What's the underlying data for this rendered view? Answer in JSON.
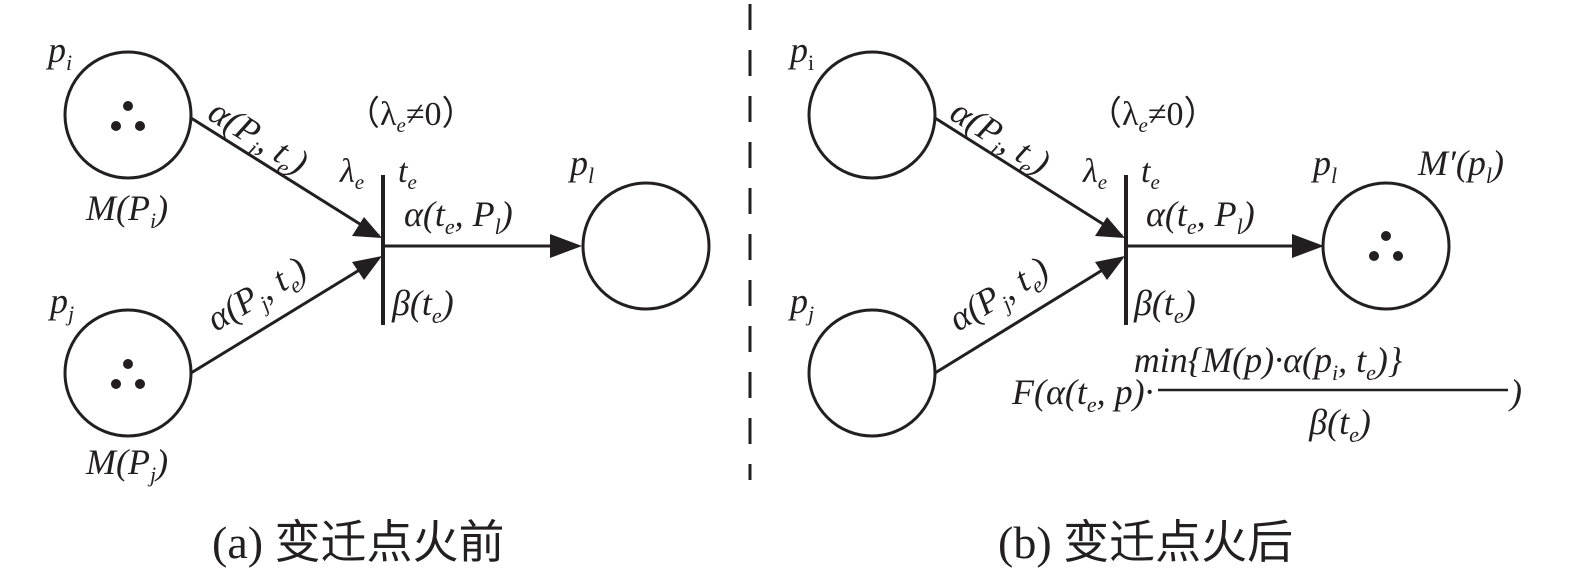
{
  "panel_a": {
    "caption": "(a) 变迁点火前",
    "place_i": "p",
    "place_i_sub": "i",
    "marking_i": "M(P",
    "marking_i_sub": "i",
    "marking_i_close": ")",
    "place_j": "p",
    "place_j_sub": "j",
    "marking_j": "M(P",
    "marking_j_sub": "j",
    "marking_j_close": ")",
    "arc_i": "α(P",
    "arc_i_sub1": "i",
    "arc_i_mid": ", t",
    "arc_i_sub2": "e",
    "arc_i_close": ")",
    "arc_j": "α(P",
    "arc_j_sub1": "j",
    "arc_j_mid": ", t",
    "arc_j_sub2": "e",
    "arc_j_close": ")",
    "rate_cond": "（λ",
    "rate_cond_sub": "e",
    "rate_cond_rest": "≠0）",
    "rate": "λ",
    "rate_sub": "e",
    "transition": "t",
    "transition_sub": "e",
    "arc_out": "α(t",
    "arc_out_sub1": "e",
    "arc_out_mid": ", P",
    "arc_out_sub2": "l",
    "arc_out_close": ")",
    "beta": "β(t",
    "beta_sub": "e",
    "beta_close": ")",
    "place_l": "p",
    "place_l_sub": "l"
  },
  "panel_b": {
    "caption": "(b) 变迁点火后",
    "place_i": "p",
    "place_i_sub": "i",
    "place_j": "p",
    "place_j_sub": "j",
    "arc_i": "α(P",
    "arc_i_sub1": "i",
    "arc_i_mid": ", t",
    "arc_i_sub2": "e",
    "arc_i_close": ")",
    "arc_j": "α(P",
    "arc_j_sub1": "j",
    "arc_j_mid": ", t",
    "arc_j_sub2": "e",
    "arc_j_close": ")",
    "rate_cond": "（λ",
    "rate_cond_sub": "e",
    "rate_cond_rest": "≠0）",
    "rate": "λ",
    "rate_sub": "e",
    "transition": "t",
    "transition_sub": "e",
    "arc_out": "α(t",
    "arc_out_sub1": "e",
    "arc_out_mid": ", P",
    "arc_out_sub2": "l",
    "arc_out_close": ")",
    "beta": "β(t",
    "beta_sub": "e",
    "beta_close": ")",
    "place_l": "p",
    "place_l_sub": "l",
    "marking_l": "M′(p",
    "marking_l_sub": "l",
    "marking_l_close": ")",
    "formula_left": "F(α(t",
    "formula_left_sub": "e",
    "formula_left_rest": ", p)·",
    "formula_num": "min{M(p)·α(p",
    "formula_num_sub1": "i",
    "formula_num_mid": ", t",
    "formula_num_sub2": "e",
    "formula_num_close": ")}",
    "formula_den": "β(t",
    "formula_den_sub": "e",
    "formula_den_close": ")",
    "formula_right": ")"
  },
  "colors": {
    "ink": "#231f20",
    "background": "#ffffff"
  }
}
